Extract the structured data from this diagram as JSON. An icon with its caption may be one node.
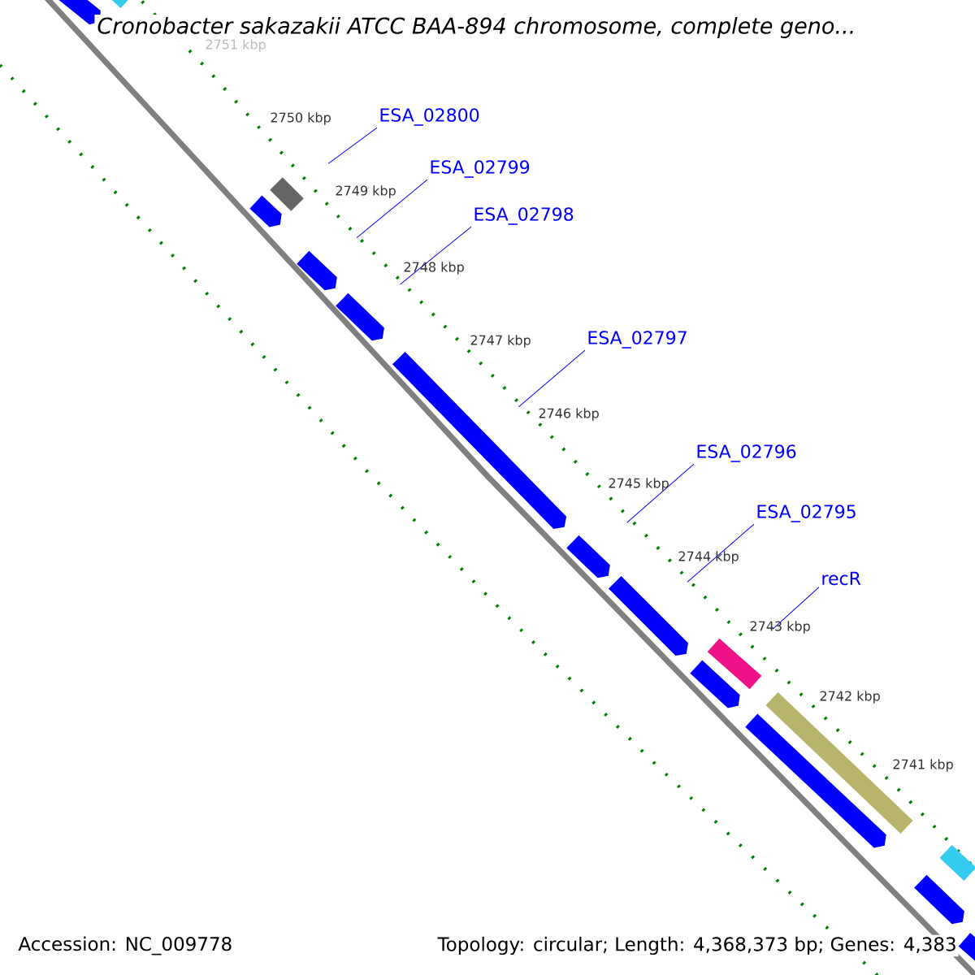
{
  "diagram": {
    "title": "*Cronobacter sakazakii* ATCC BAA-894 chromosome, complete geno...",
    "nodes": [
      {
        "text": [
          "ESA_02800"
        ]
      },
      {
        "text": [
          "ESA_02799"
        ]
      },
      {
        "text": [
          "ESA_02798"
        ]
      },
      {
        "text": [
          "ESA_02797"
        ]
      },
      {
        "text": [
          "ESA_02796"
        ]
      },
      {
        "text": [
          "ESA_02795"
        ]
      },
      {
        "text": [
          "recR"
        ]
      },
      {
        "text": [],
        "shape": "pentagon"
      },
      {
        "text": [],
        "shape": "box"
      },
      {
        "text": [],
        "shape": "box"
      },
      {
        "text": [],
        "shape": "pentagon"
      },
      {
        "text": [],
        "shape": "pentagon"
      },
      {
        "text": [],
        "shape": "pentagon"
      },
      {
        "text": [],
        "shape": "pentagon"
      },
      {
        "text": [],
        "shape": "pentagon"
      },
      {
        "text": [],
        "shape": "pentagon"
      },
      {
        "text": [],
        "shape": "box"
      },
      {
        "text": [],
        "shape": "pentagon"
      },
      {
        "text": [],
        "shape": "box"
      },
      {
        "text": [],
        "shape": "pentagon"
      },
      {
        "text": [],
        "shape": "box"
      },
      {
        "text": [],
        "shape": "pentagon"
      },
      {
        "text": [],
        "shape": "pentagon"
      }
    ],
    "edges": [
      {
        "from": 0,
        "to": 9,
        "arrow": "none"
      },
      {
        "from": 1,
        "to": 11,
        "arrow": "none"
      },
      {
        "from": 2,
        "to": 12,
        "arrow": "none"
      },
      {
        "from": 3,
        "to": 13,
        "arrow": "none"
      },
      {
        "from": 4,
        "to": 14,
        "arrow": "none"
      },
      {
        "from": 5,
        "to": 15,
        "arrow": "none"
      },
      {
        "from": 6,
        "to": 16,
        "arrow": "none"
      }
    ],
    "labels": [
      "2751 kbp",
      "2750 kbp",
      "2749 kbp",
      "2748 kbp",
      "2747 kbp",
      "2746 kbp",
      "2745 kbp",
      "2744 kbp",
      "2743 kbp",
      "2742 kbp",
      "2741 kbp",
      "Accession: NC_009778",
      "Topology: circular; Length: 4,368,373 bp; Genes: 4,383"
    ]
  }
}
